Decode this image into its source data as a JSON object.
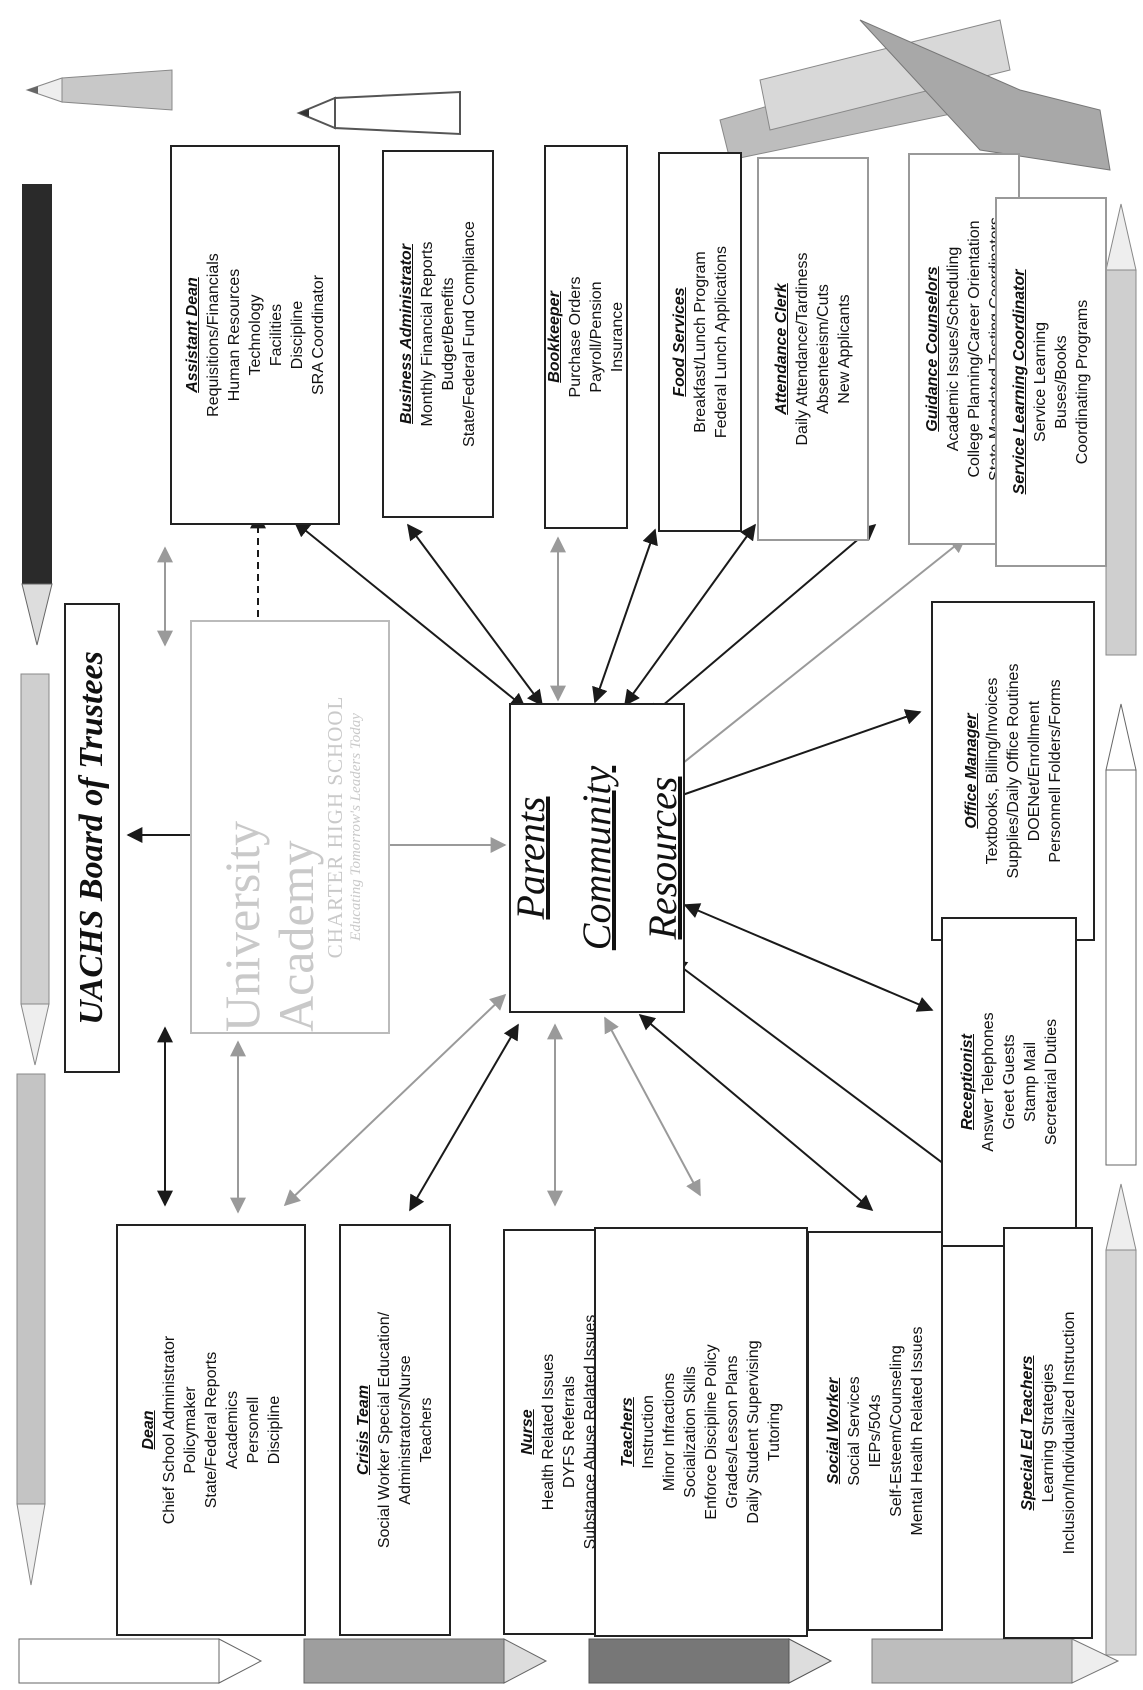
{
  "board": {
    "title": "UACHS Board of Trustees"
  },
  "logo": {
    "name": "University Academy",
    "school": "CHARTER HIGH SCHOOL",
    "tagline": "Educating Tomorrow's Leaders Today"
  },
  "center": {
    "lines": [
      "Parents",
      "Community",
      "Resources"
    ]
  },
  "boxes": {
    "assistant_dean": {
      "title": "Assistant Dean",
      "lines": [
        "Requisitions/Financials",
        "Human Resources",
        "Technology",
        "Facilities",
        "Discipline",
        "SRA Coordinator"
      ]
    },
    "business_admin": {
      "title": "Business Administrator",
      "lines": [
        "Monthly Financial Reports",
        "Budget/Benefits",
        "State/Federal Fund Compliance"
      ]
    },
    "bookkeeper": {
      "title": "Bookkeeper",
      "lines": [
        "Purchase Orders",
        "Payroll/Pension",
        "Insurance"
      ]
    },
    "food_services": {
      "title": "Food Services",
      "lines": [
        "Breakfast/Lunch Program",
        "Federal Lunch Applications"
      ]
    },
    "attendance_clerk": {
      "title": "Attendance Clerk",
      "lines": [
        "Daily Attendance/Tardiness",
        "Absenteeism/Cuts",
        "New Applicants"
      ]
    },
    "guidance": {
      "title": "Guidance Counselors",
      "lines": [
        "Academic Issues/Scheduling",
        "College Planning/Career Orientation",
        "State Mandated Testing Coordinators"
      ]
    },
    "service_learning": {
      "title": "Service Learning Coordinator",
      "lines": [
        "Service Learning",
        "Buses/Books",
        "Coordinating Programs"
      ]
    },
    "office_manager": {
      "title": "Office Manager",
      "lines": [
        "Textbooks, Billing/Invoices",
        "Supplies/Daily Office Routines",
        "DOENet/Enrollment",
        "Personnell Folders/Forms"
      ]
    },
    "receptionist": {
      "title": "Receptionist",
      "lines": [
        "Answer Telephones",
        "Greet Guests",
        "Stamp Mail",
        "Secretarial Duties"
      ]
    },
    "dean": {
      "title": "Dean",
      "lines": [
        "Chief School Administrator",
        "Policymaker",
        "State/Federal Reports",
        "Academics",
        "Personell",
        "Discipline"
      ]
    },
    "crisis_team": {
      "title": "Crisis Team",
      "lines": [
        "Social Worker Special Education/",
        "Administrators/Nurse",
        "Teachers"
      ]
    },
    "nurse": {
      "title": "Nurse",
      "lines": [
        "Health Related Issues",
        "DYFS Referrals",
        "Substance Abuse Related Issues"
      ]
    },
    "teachers": {
      "title": "Teachers",
      "lines": [
        "Instruction",
        "Minor Infractions",
        "Socialization Skills",
        "Enforce Discipline Policy",
        "Grades/Lesson Plans",
        "Daily Student Supervising",
        "Tutoring"
      ]
    },
    "social_worker": {
      "title": "Social Worker",
      "lines": [
        "Social Services",
        "IEPs/504s",
        "Self-Esteem/Counseling",
        "Mental Health Related Issues"
      ]
    },
    "special_ed": {
      "title": "Special Ed Teachers",
      "lines": [
        "Learning Strategies",
        "Inclusion/Individualized Instruction"
      ]
    }
  },
  "colors": {
    "black_arrow": "#1a1a1a",
    "grey_arrow": "#9a9a9a",
    "border": "#222222",
    "logo_text": "#c9c9c9"
  }
}
